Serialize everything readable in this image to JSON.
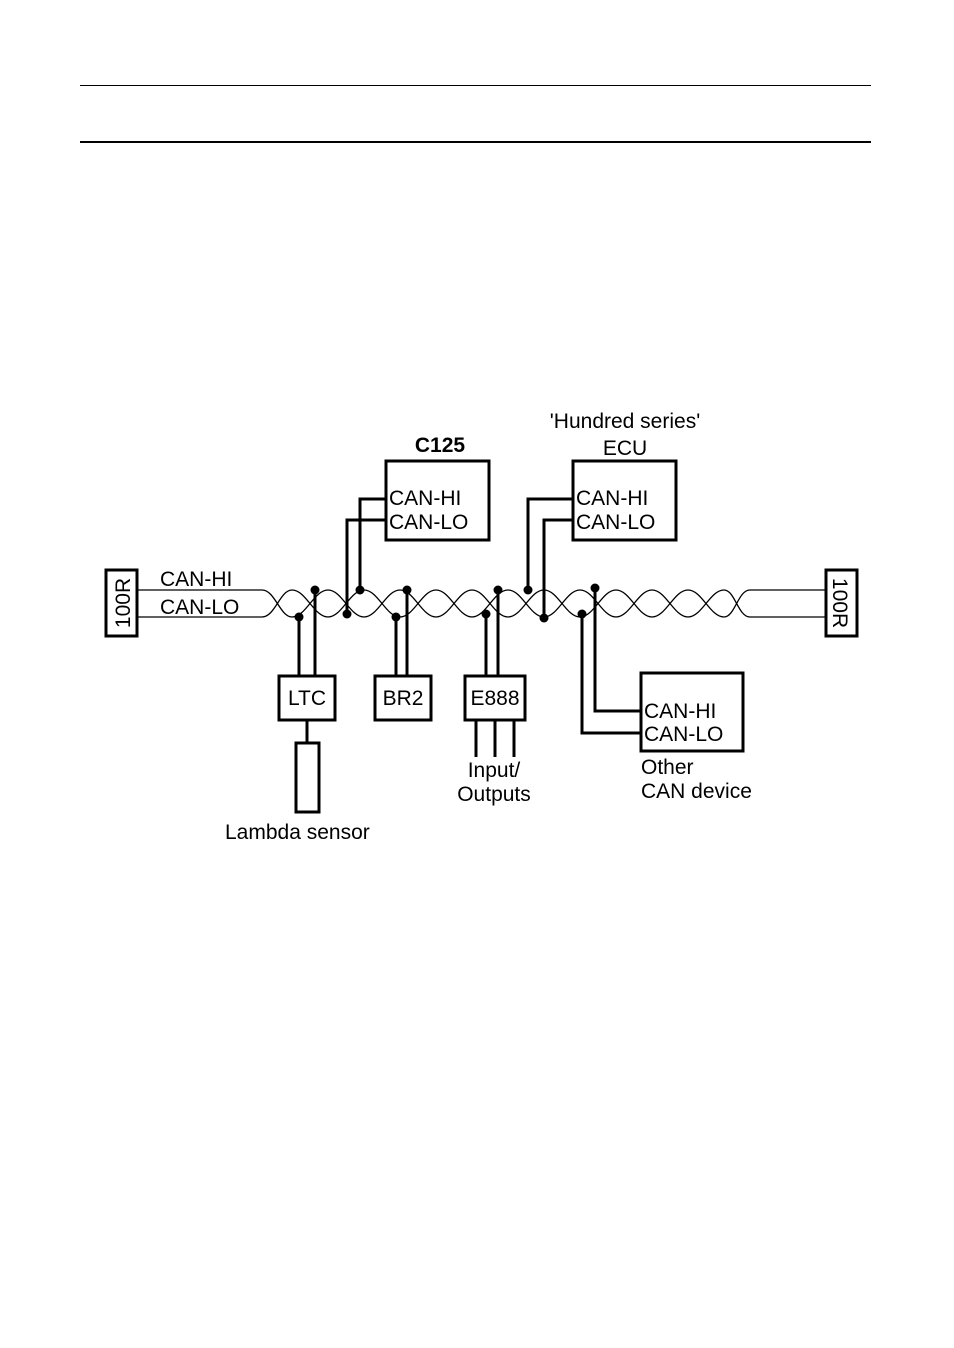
{
  "bus": {
    "can_hi_label": "CAN-HI",
    "can_lo_label": "CAN-LO",
    "terminator_left": "100R",
    "terminator_right": "100R"
  },
  "devices": {
    "c125": {
      "title": "C125",
      "hi": "CAN-HI",
      "lo": "CAN-LO"
    },
    "ecu": {
      "title_line1": "'Hundred series'",
      "title_line2": "ECU",
      "hi": "CAN-HI",
      "lo": "CAN-LO"
    },
    "ltc": {
      "label": "LTC",
      "sensor_label": "Lambda sensor"
    },
    "br2": {
      "label": "BR2"
    },
    "e888": {
      "label": "E888",
      "io_line1": "Input/",
      "io_line2": "Outputs"
    },
    "other": {
      "hi": "CAN-HI",
      "lo": "CAN-LO",
      "caption_line1": "Other",
      "caption_line2": "CAN device"
    }
  }
}
